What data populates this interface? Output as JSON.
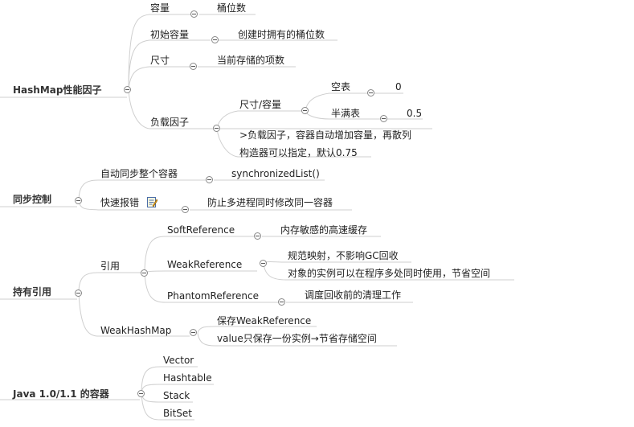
{
  "mindmap": {
    "hashmap": {
      "title": "HashMap性能因子",
      "capacity": "容量",
      "capacity_desc": "桶位数",
      "initial_capacity": "初始容量",
      "initial_capacity_desc": "创建时拥有的桶位数",
      "size": "尺寸",
      "size_desc": "当前存储的项数",
      "load_factor": "负载因子",
      "size_over_capacity": "尺寸/容量",
      "empty_table": "空表",
      "empty_value": "0",
      "half_full": "半满表",
      "half_value": "0.5",
      "over_load": ">负载因子，容器自动增加容量，再散列",
      "constructor": "构造器可以指定，默认0.75"
    },
    "sync": {
      "title": "同步控制",
      "auto_sync": "自动同步整个容器",
      "sync_list": "synchronizedList()",
      "fail_fast": "快速报错",
      "fail_fast_desc": "防止多进程同时修改同一容器"
    },
    "holding": {
      "title": "持有引用",
      "reference": "引用",
      "soft": "SoftReference",
      "soft_desc": "内存敏感的高速缓存",
      "weak": "WeakReference",
      "weak_desc1": "规范映射，不影响GC回收",
      "weak_desc2": "对象的实例可以在程序多处同时使用，节省空间",
      "phantom": "PhantomReference",
      "phantom_desc": "调度回收前的清理工作",
      "weakhashmap": "WeakHashMap",
      "whm_desc1": "保存WeakReference",
      "whm_desc2": "value只保存一份实例→节省存储空间"
    },
    "legacy": {
      "title": "Java 1.0/1.1 的容器",
      "items": [
        "Vector",
        "Hashtable",
        "Stack",
        "BitSet"
      ]
    }
  }
}
